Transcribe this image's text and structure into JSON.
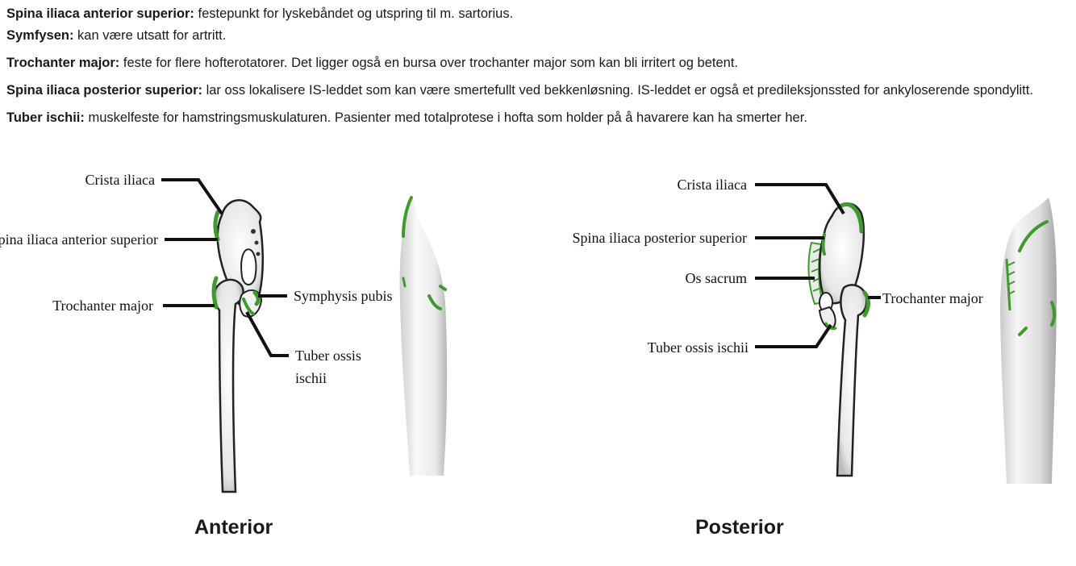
{
  "definitions": [
    {
      "term": "Spina iliaca anterior superior:",
      "text": " festepunkt for lyskebåndet og utspring til m. sartorius."
    },
    {
      "term": "Symfysen:",
      "text": " kan være utsatt for artritt."
    },
    {
      "term": "Trochanter major:",
      "text": " feste for flere hofterotatorer. Det ligger også en bursa over trochanter major som kan bli irritert og betent."
    },
    {
      "term": "Spina iliaca posterior superior:",
      "text": " lar oss lokalisere IS-leddet som kan være smertefullt ved bekkenløsning. IS-leddet er også et predileksjonssted for ankyloserende spondylitt."
    },
    {
      "term": "Tuber ischii:",
      "text": " muskelfeste for hamstringsmuskulaturen. Pasienter med totalprotese i hofta som holder på å havarere kan ha smerter her."
    }
  ],
  "anterior": {
    "title": "Anterior",
    "labels": {
      "crista": "Crista iliaca",
      "spina_ant": "Spina iliaca anterior superior",
      "trochanter": "Trochanter major",
      "symphysis": "Symphysis pubis",
      "tuber_1": "Tuber ossis",
      "tuber_2": "ischii"
    }
  },
  "posterior": {
    "title": "Posterior",
    "labels": {
      "crista": "Crista iliaca",
      "spina_post": "Spina iliaca posterior superior",
      "sacrum": "Os sacrum",
      "tuber": "Tuber ossis ischii",
      "trochanter": "Trochanter major"
    }
  },
  "colors": {
    "highlight": "#3f9a2e",
    "bone_outline": "#222222",
    "text": "#1a1a1a"
  }
}
